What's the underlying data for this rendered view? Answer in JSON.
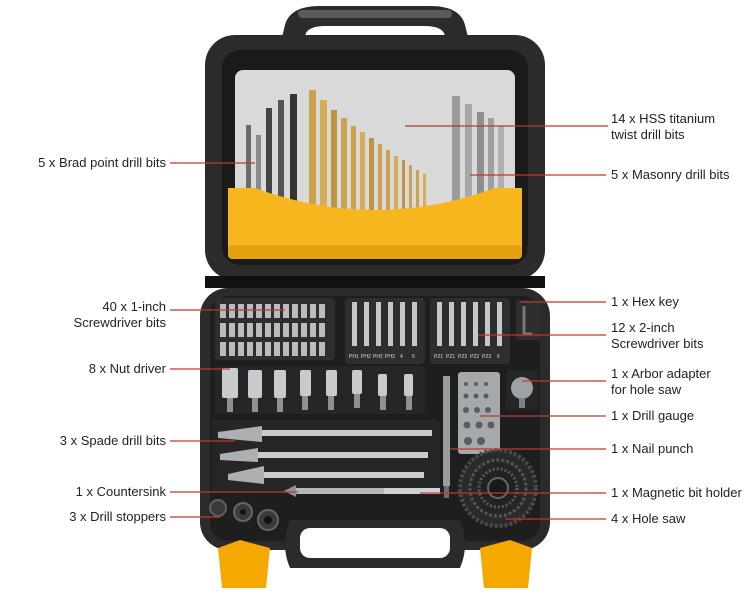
{
  "image_title": "",
  "labels": {
    "brad_point": "5 x Brad point drill bits",
    "hss_titanium": "14 x HSS titanium\ntwist drill bits",
    "masonry": "5 x Masonry drill bits",
    "screwdriver_1in": "40 x 1-inch\nScrewdriver bits",
    "hex_key": "1 x Hex key",
    "screwdriver_2in": "12 x 2-inch\nScrewdriver bits",
    "nut_driver": "8 x Nut driver",
    "arbor_adapter": "1 x Arbor adapter\nfor hole saw",
    "drill_gauge": "1 x Drill gauge",
    "spade_bits": "3 x Spade drill bits",
    "nail_punch": "1 x Nail punch",
    "countersink": "1 x Countersink",
    "magnetic_holder": "1 x Magnetic bit holder",
    "drill_stoppers": "3 x Drill stoppers",
    "hole_saw": "4 x Hole saw"
  },
  "bit_labels": [
    "PH1",
    "PH2",
    "PH2",
    "PH3",
    "4",
    "5"
  ],
  "bit_labels_right": [
    "PZ1",
    "PZ1",
    "PZ2",
    "PZ2",
    "PZ3",
    "6"
  ],
  "colors": {
    "case_black": "#2b2b2b",
    "case_dark": "#1a1a1a",
    "accent_yellow": "#f5a800",
    "rack_yellow": "#f7b51e",
    "pointer_red": "#c0392b",
    "drill_gold": "#c9a24a",
    "steel": "#b9bcbf"
  }
}
